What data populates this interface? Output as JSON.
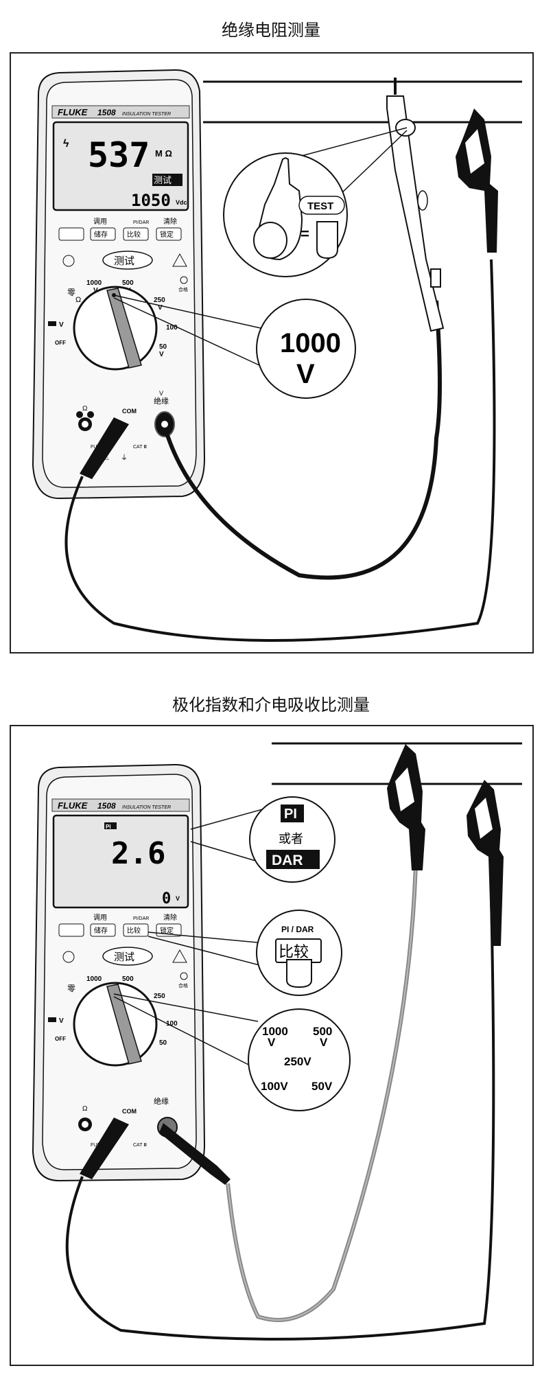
{
  "figures": [
    {
      "title": "绝缘电阻测量",
      "meter": {
        "brand": "FLUKE",
        "model": "1508",
        "model_sub": "INSULATION TESTER",
        "display_main": "537",
        "display_unit": "M Ω",
        "display_flag": "测试",
        "display_sub": "1050",
        "display_sub_unit": "Vdc",
        "btn_top_labels": [
          "调用",
          "",
          "清除"
        ],
        "btn_top_mid": "PI/DAR",
        "btn_labels": [
          "储存",
          "比较",
          "锁定"
        ],
        "test_button": "测试",
        "pass_label": "合格",
        "dial_zero": "零",
        "dial_ohm": "Ω",
        "dial_1000": "1000",
        "dial_500": "500",
        "dial_250": "250",
        "dial_100": "100",
        "dial_50": "50",
        "dial_v": "V",
        "dial_off": "OFF",
        "jack_com": "COM",
        "jack_insul": "绝缘",
        "jack_ohm": "Ω",
        "fuse": "FUSE",
        "cat": "CAT Ⅲ"
      },
      "callouts": {
        "voltage_value": "1000",
        "voltage_unit": "V",
        "test_label": "TEST",
        "equals": "="
      }
    },
    {
      "title": "极化指数和介电吸收比测量",
      "meter": {
        "brand": "FLUKE",
        "model": "1508",
        "model_sub": "INSULATION TESTER",
        "display_flag": "PI",
        "display_main": "2.6",
        "display_sub": "0",
        "display_sub_unit": "V"
      },
      "callouts": {
        "pi_label": "PI",
        "or_label": "或者",
        "dar_label": "DAR",
        "pidar_label": "PI / DAR",
        "compare_label": "比较",
        "range_1000": "1000",
        "range_500": "500",
        "range_250": "250V",
        "range_100": "100V",
        "range_50": "50V",
        "v_unit": "V"
      }
    }
  ]
}
